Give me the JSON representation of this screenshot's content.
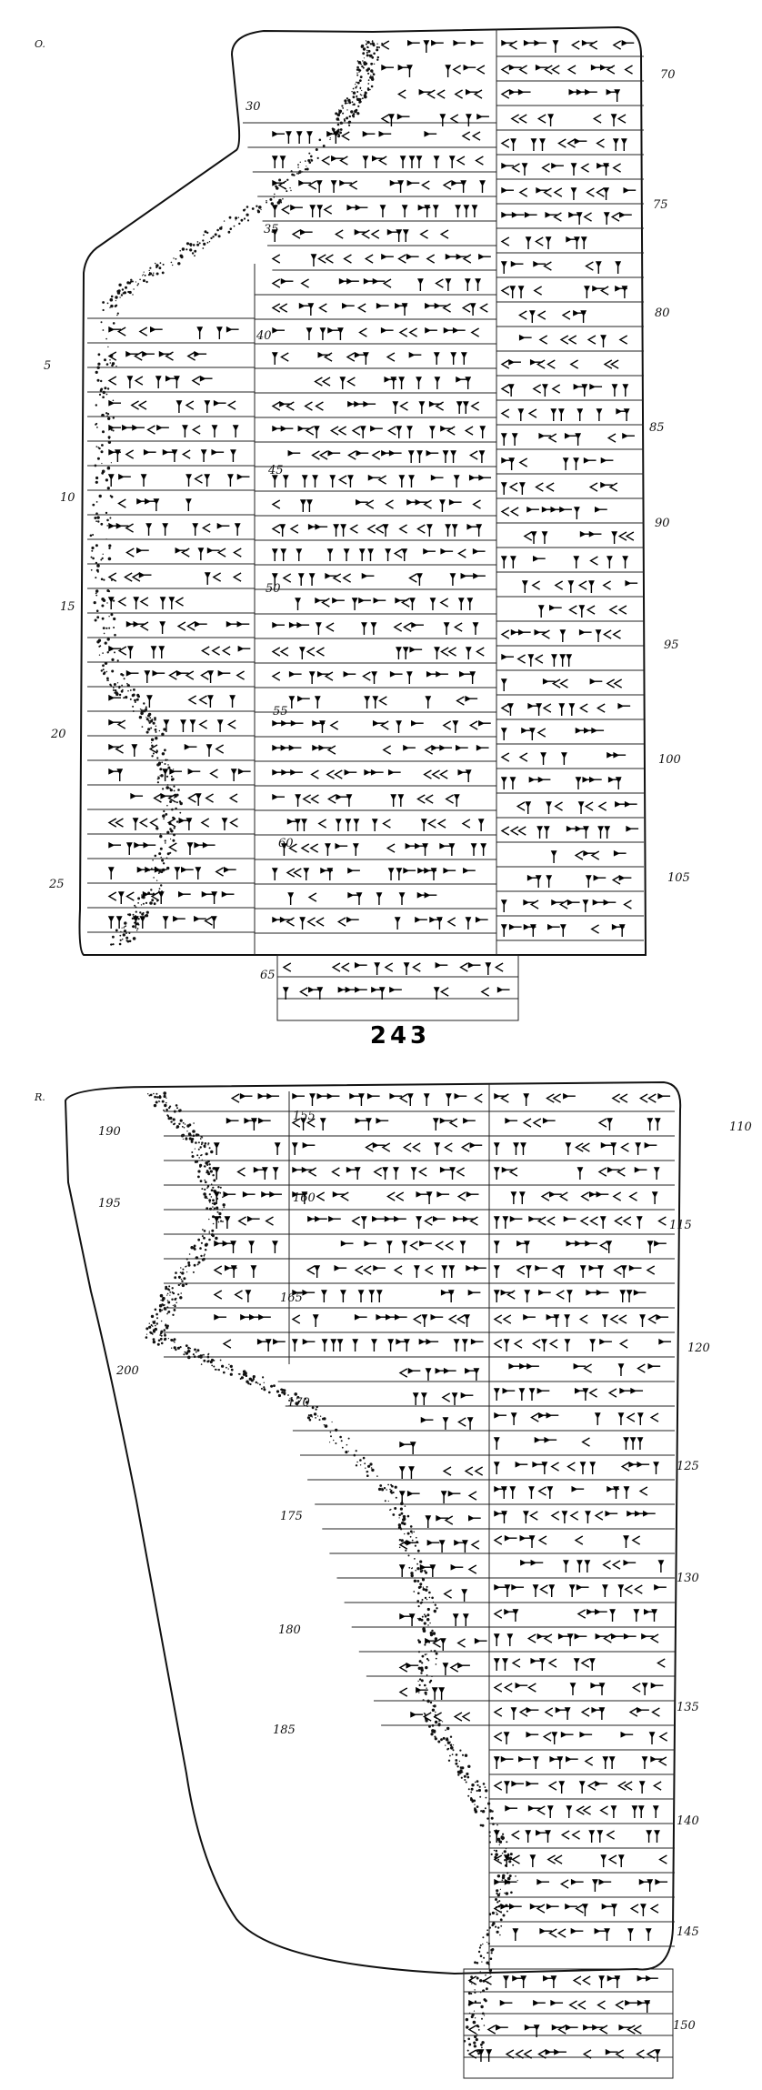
{
  "plate": {
    "number": "243",
    "obverse_mark": "O.",
    "reverse_mark": "R."
  },
  "line_numbers": {
    "obverse": [
      "5",
      "10",
      "15",
      "20",
      "25",
      "30",
      "35",
      "40",
      "45",
      "50",
      "55",
      "60",
      "65",
      "70",
      "75",
      "80",
      "85",
      "90",
      "95",
      "100",
      "105"
    ],
    "reverse": [
      "110",
      "115",
      "120",
      "125",
      "130",
      "135",
      "140",
      "145",
      "150",
      "155",
      "160",
      "165",
      "170",
      "175",
      "180",
      "185",
      "190",
      "195",
      "200"
    ]
  },
  "colors": {
    "ink": "#111111",
    "paper": "#ffffff"
  }
}
